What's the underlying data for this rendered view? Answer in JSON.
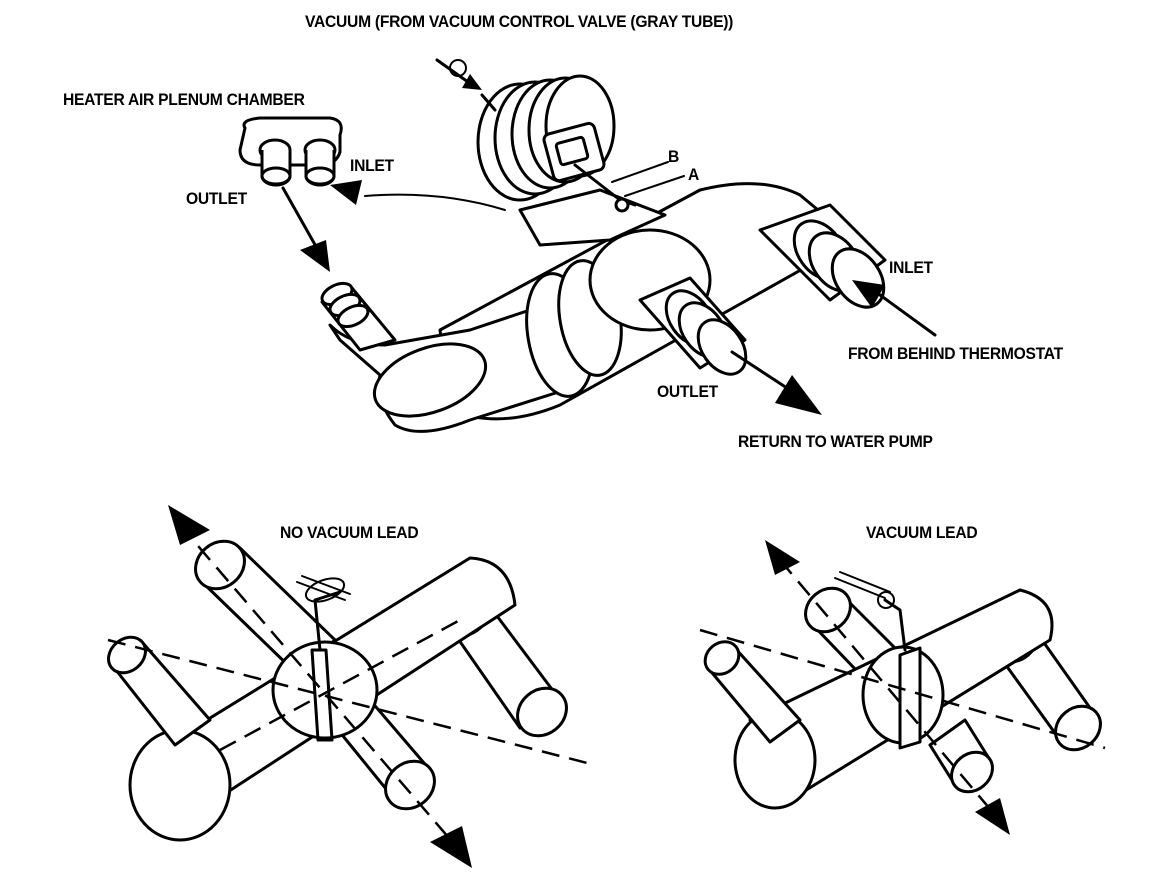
{
  "labels": {
    "vacuum_source": "VACUUM (FROM VACUUM CONTROL VALVE (GRAY TUBE))",
    "plenum": "HEATER AIR PLENUM CHAMBER",
    "plenum_inlet": "INLET",
    "plenum_outlet": "OUTLET",
    "port_b": "B",
    "port_a": "A",
    "valve_inlet": "INLET",
    "from_thermostat": "FROM BEHIND THERMOSTAT",
    "valve_outlet": "OUTLET",
    "return_pump": "RETURN TO WATER PUMP",
    "no_vacuum_lead": "NO VACUUM LEAD",
    "vacuum_lead": "VACUUM LEAD"
  }
}
